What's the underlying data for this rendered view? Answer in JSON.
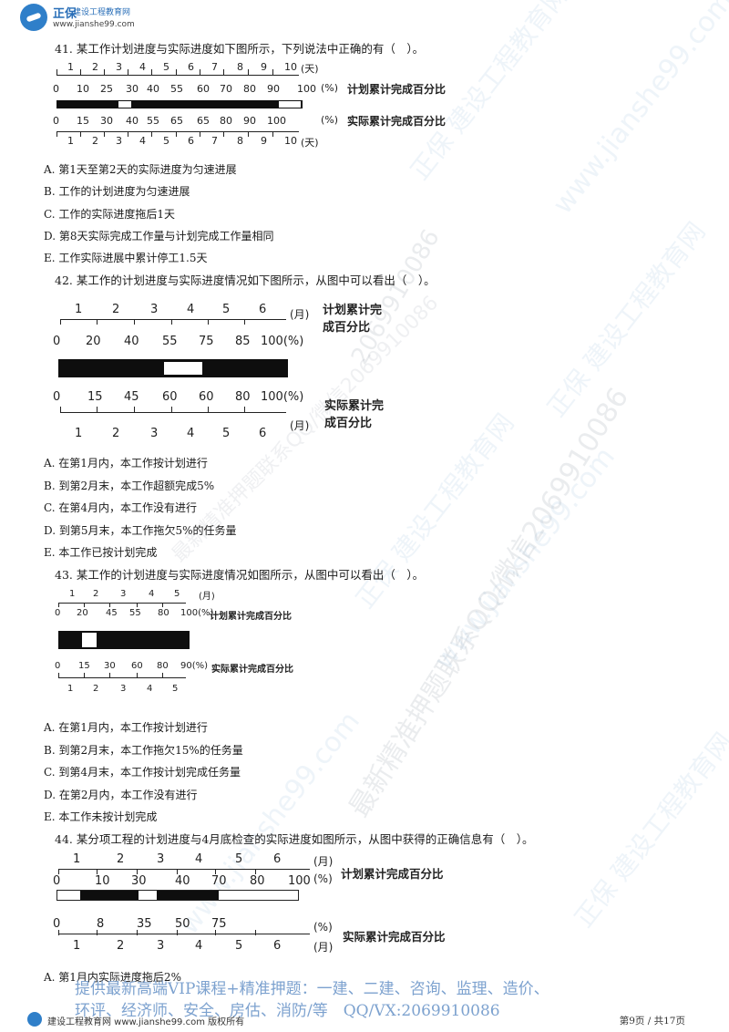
{
  "header": {
    "brand": "正保",
    "name": "建设工程教育网",
    "url": "www.jianshe99.com"
  },
  "questions": [
    {
      "text": "41. 某工作计划进度与实际进度如下图所示，下列说法中正确的有（　）。",
      "figure": {
        "top_labels": [
          "1",
          "2",
          "3",
          "4",
          "5",
          "6",
          "7",
          "8",
          "9",
          "10"
        ],
        "top_unit": "(天)",
        "plan_values": [
          "0",
          "10",
          "25",
          "30",
          "40",
          "55",
          "60",
          "70",
          "80",
          "90",
          "100"
        ],
        "plan_unit": "(%)",
        "plan_caption": "计划累计完成百分比",
        "actual_values": [
          "0",
          "15",
          "30",
          "40",
          "55",
          "65",
          "65",
          "80",
          "90",
          "100"
        ],
        "actual_unit": "(%)",
        "actual_caption": "实际累计完成百分比",
        "bottom_labels": [
          "1",
          "2",
          "3",
          "4",
          "5",
          "6",
          "7",
          "8",
          "9",
          "10"
        ],
        "bottom_unit": "(天)"
      },
      "options": [
        "A. 第1天至第2天的实际进度为匀速进展",
        "B. 工作的计划进度为匀速进展",
        "C. 工作的实际进度拖后1天",
        "D. 第8天实际完成工作量与计划完成工作量相同",
        "E. 工作实际进展中累计停工1.5天"
      ]
    },
    {
      "text": "42. 某工作的计划进度与实际进度情况如下图所示，从图中可以看出（　）。",
      "figure": {
        "top_labels": [
          "1",
          "2",
          "3",
          "4",
          "5",
          "6"
        ],
        "top_unit": "(月)",
        "plan_caption_1": "计划累计完",
        "plan_caption_2": "成百分比",
        "plan_values": [
          "0",
          "20",
          "40",
          "55",
          "75",
          "85",
          "100(%)"
        ],
        "actual_values": [
          "0",
          "15",
          "45",
          "60",
          "60",
          "80",
          "100(%)"
        ],
        "actual_caption_1": "实际累计完",
        "actual_caption_2": "成百分比",
        "bottom_labels": [
          "1",
          "2",
          "3",
          "4",
          "5",
          "6"
        ],
        "bottom_unit": "(月)"
      },
      "options": [
        "A. 在第1月内，本工作按计划进行",
        "B. 到第2月末，本工作超额完成5%",
        "C. 在第4月内，本工作没有进行",
        "D. 到第5月末，本工作拖欠5%的任务量",
        "E. 本工作已按计划完成"
      ]
    },
    {
      "text": "43. 某工作的计划进度与实际进度情况如图所示，从图中可以看出（　）。",
      "figure": {
        "top_labels": [
          "1",
          "2",
          "3",
          "4",
          "5"
        ],
        "top_unit": "(月)",
        "plan_values": [
          "0",
          "20",
          "45",
          "55",
          "80",
          "100(%)"
        ],
        "plan_caption": "计划累计完成百分比",
        "actual_values": [
          "0",
          "15",
          "30",
          "60",
          "80",
          "90(%)"
        ],
        "actual_caption": "实际累计完成百分比",
        "bottom_labels": [
          "1",
          "2",
          "3",
          "4",
          "5"
        ]
      },
      "options": [
        "A. 在第1月内，本工作按计划进行",
        "B. 到第2月末，本工作拖欠15%的任务量",
        "C. 到第4月末，本工作按计划完成任务量",
        "D. 在第2月内，本工作没有进行",
        "E. 本工作未按计划完成"
      ]
    },
    {
      "text": "44. 某分项工程的计划进度与4月底检查的实际进度如图所示，从图中获得的正确信息有（　）。",
      "figure": {
        "top_labels": [
          "1",
          "2",
          "3",
          "4",
          "5",
          "6"
        ],
        "top_unit": "(月)",
        "plan_values": [
          "0",
          "10",
          "30",
          "40",
          "70",
          "80",
          "100"
        ],
        "plan_unit": "(%)",
        "plan_caption": "计划累计完成百分比",
        "actual_values": [
          "0",
          "8",
          "35",
          "50",
          "75"
        ],
        "actual_unit": "(%)",
        "actual_caption": "实际累计完成百分比",
        "bottom_labels": [
          "1",
          "2",
          "3",
          "4",
          "5",
          "6"
        ],
        "bottom_unit": "(月)"
      },
      "options": [
        "A. 第1月内实际进度拖后2%"
      ]
    }
  ],
  "watermarks": {
    "url": "www.jianshe99.com",
    "brand": "正保 建设工程教育网",
    "contact": "最新精准押题联系QQ/微信2069910086",
    "wechat_id": "2069910086"
  },
  "promo": {
    "line1": "提供最新高端VIP课程+精准押题：一建、二建、咨询、监理、造价、",
    "line2": "环评、经济师、安全、房估、消防/等　QQ/VX:2069910086"
  },
  "footer": {
    "text": "建设工程教育网 www.jianshe99.com 版权所有",
    "page": "第9页 / 共17页"
  }
}
